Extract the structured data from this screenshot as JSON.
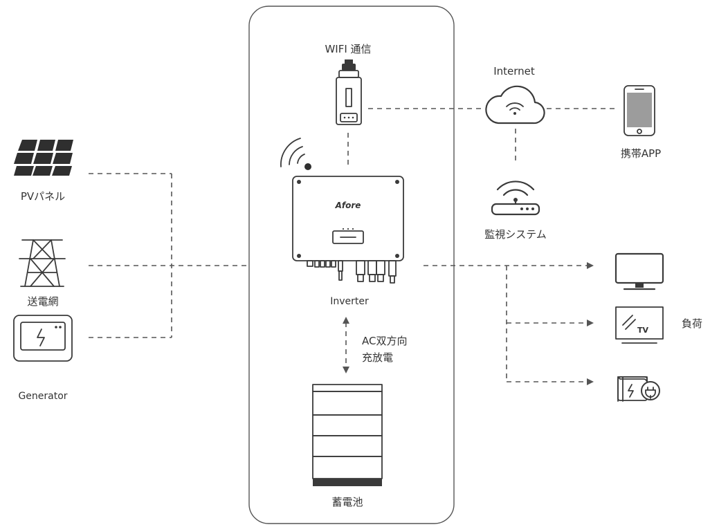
{
  "labels": {
    "wifi": "WIFI 通信",
    "internet": "Internet",
    "mobile_app": "携帯APP",
    "monitoring": "監視システム",
    "pv_panel": "PVパネル",
    "grid": "送電網",
    "generator": "Generator",
    "inverter": "Inverter",
    "inverter_brand": "Afore",
    "ac_line1": "AC双方向",
    "ac_line2": "充放電",
    "battery": "蓄電池",
    "load": "負荷",
    "tv_badge": "TV"
  },
  "colors": {
    "line": "#3a3a3a",
    "dash": "#555555",
    "panel": "#2f2f2f",
    "text": "#333333"
  }
}
